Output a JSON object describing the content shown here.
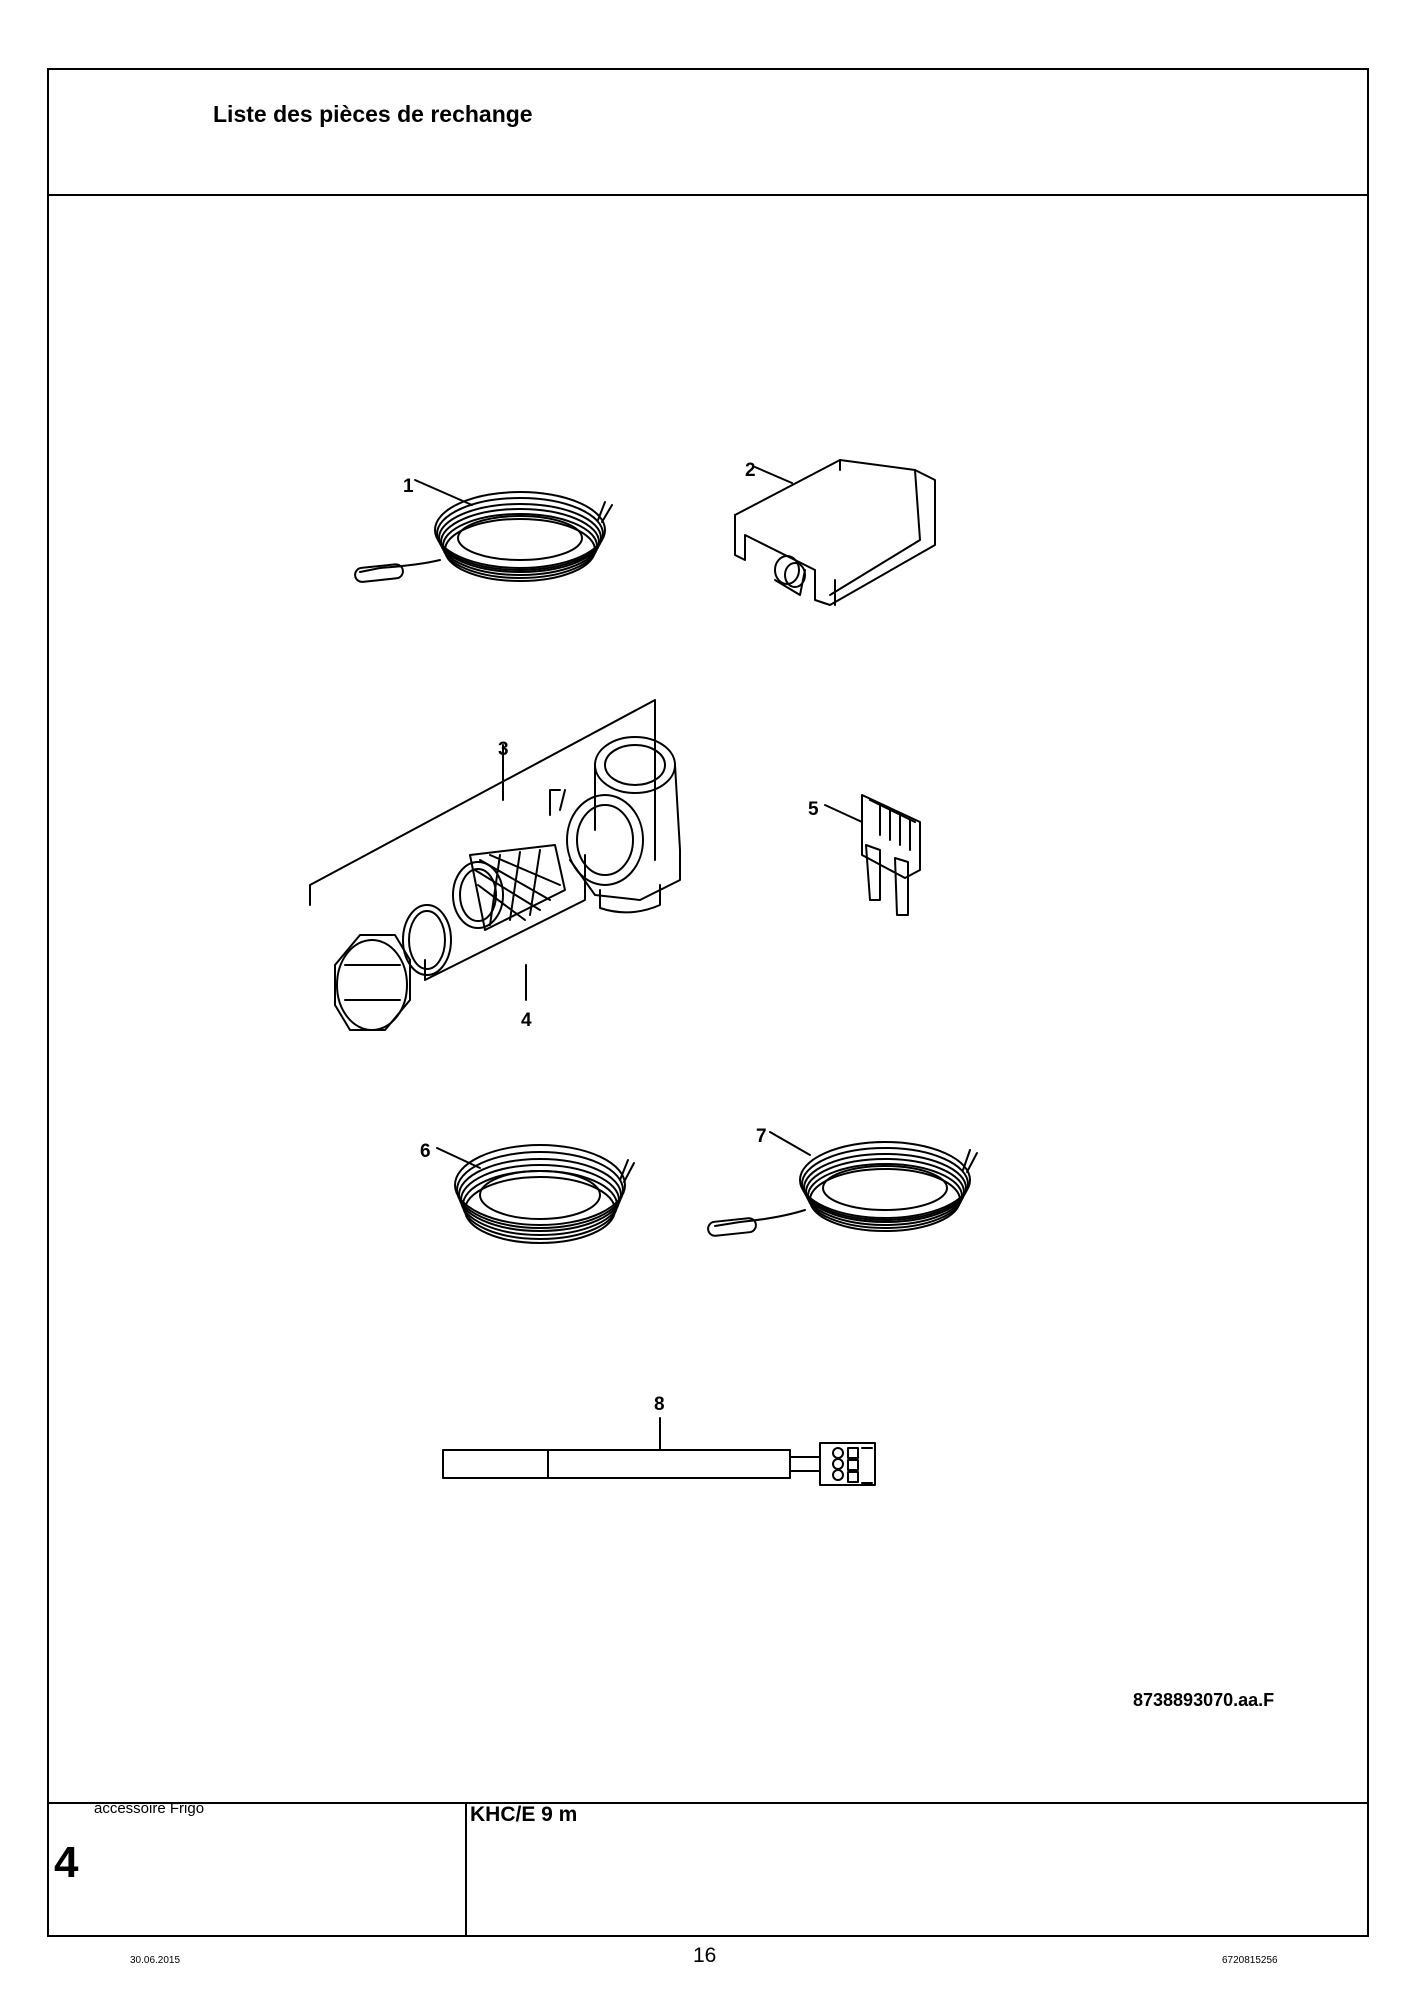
{
  "header": {
    "title": "Liste des pièces de rechange"
  },
  "drawing": {
    "callouts": [
      "1",
      "2",
      "3",
      "4",
      "5",
      "6",
      "7",
      "8"
    ],
    "reference_code": "8738893070.aa.F"
  },
  "footer": {
    "accessory_label": "accessoire Frigo",
    "chapter_number": "4",
    "model": "KHC/E 9 m",
    "date": "30.06.2015",
    "page_number": "16",
    "doc_number": "6720815256"
  }
}
